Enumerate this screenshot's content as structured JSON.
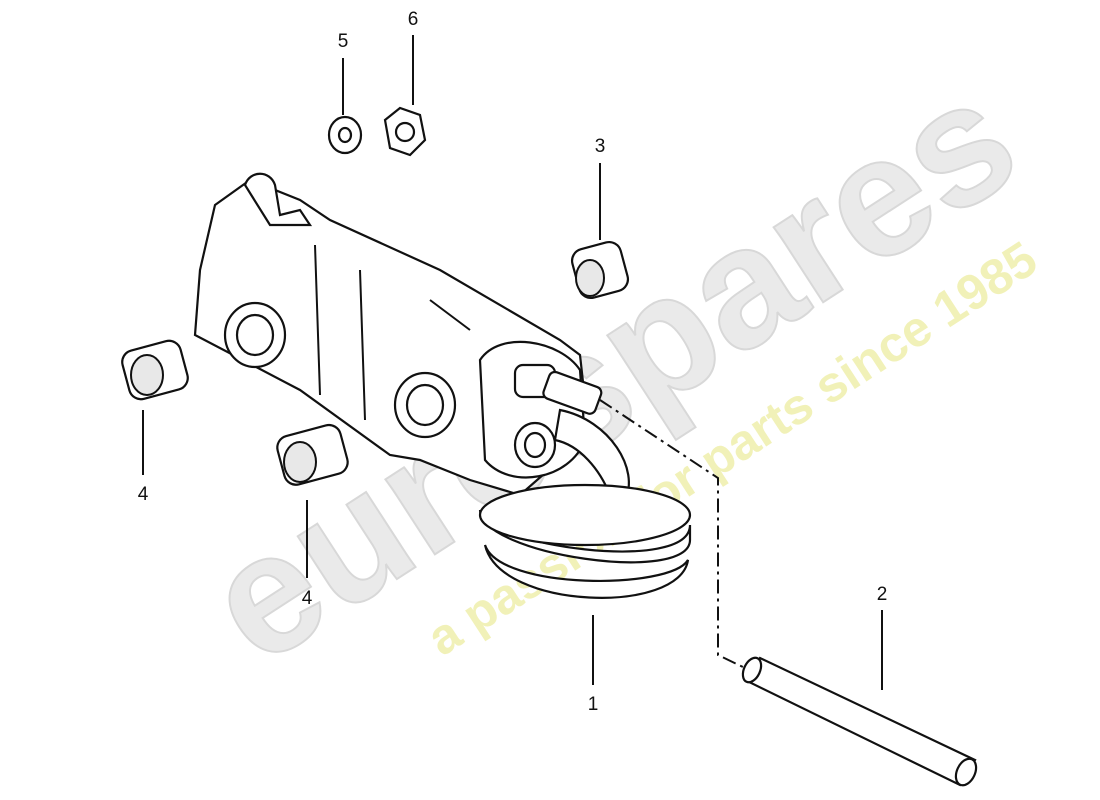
{
  "watermark": {
    "brand": "eurospares",
    "tagline": "a passion for parts since 1985",
    "brand_color": "#e6e6e6",
    "tagline_color": "#f0f0b0"
  },
  "callouts": [
    {
      "id": "1"
    },
    {
      "id": "2"
    },
    {
      "id": "3"
    },
    {
      "id": "4"
    },
    {
      "id": "4"
    },
    {
      "id": "5"
    },
    {
      "id": "6"
    }
  ]
}
